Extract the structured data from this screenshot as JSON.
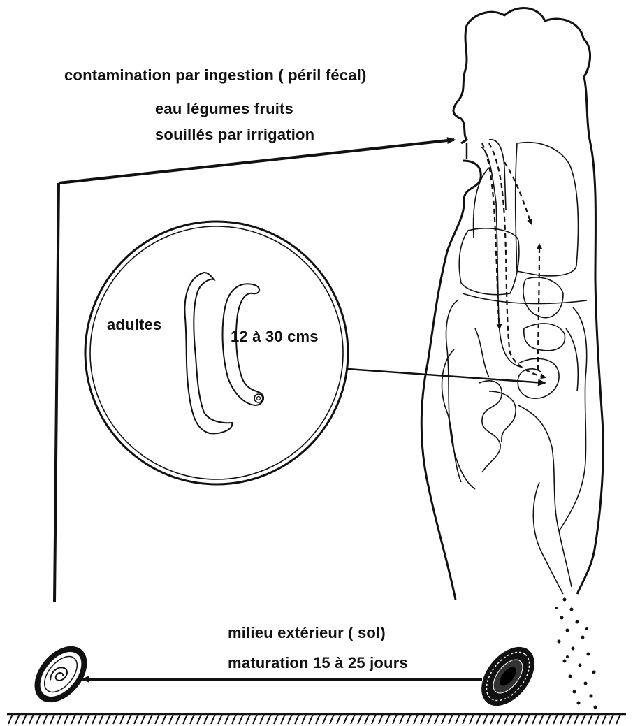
{
  "contamination": {
    "line1": "contamination par ingestion  ( péril fécal)",
    "line2": "eau   légumes   fruits",
    "line3": "souillés par irrigation"
  },
  "circle": {
    "adults_label": "adultes",
    "size_label": "12 à 30 cms"
  },
  "outside": {
    "line1": "milieu extérieur    ( sol)",
    "line2": "maturation   15 à 25 jours"
  },
  "colors": {
    "ink": "#111111",
    "paper": "#ffffff"
  }
}
